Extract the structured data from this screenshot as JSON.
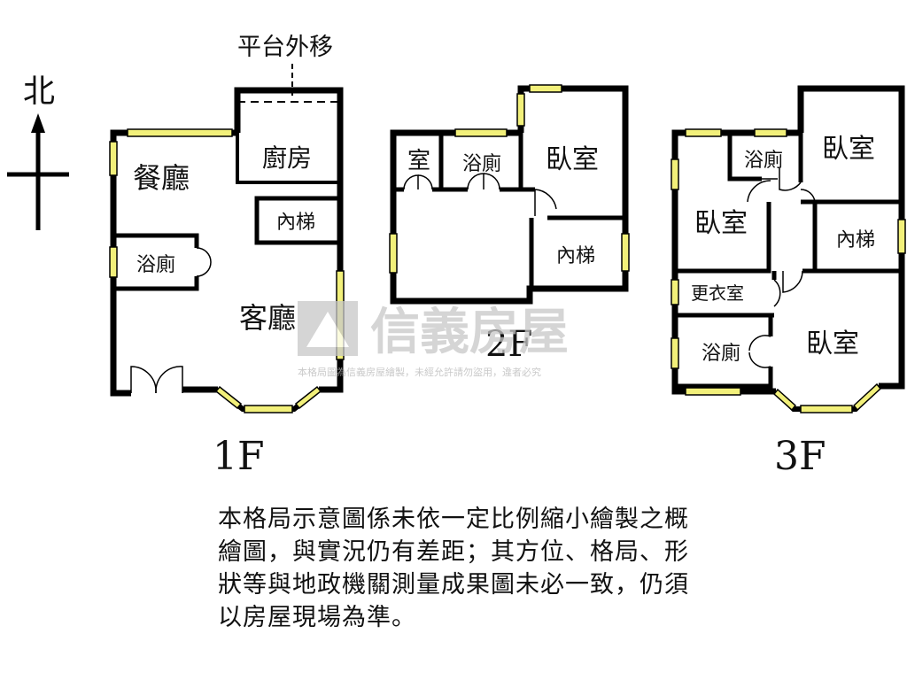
{
  "compass": {
    "north_label": "北"
  },
  "platform_note": "平台外移",
  "floors": [
    {
      "label": "1F",
      "rooms": [
        "餐廳",
        "廚房",
        "內梯",
        "浴廁",
        "客廳"
      ]
    },
    {
      "label": "2F",
      "rooms": [
        "室",
        "浴廁",
        "臥室",
        "內梯"
      ]
    },
    {
      "label": "3F",
      "rooms": [
        "浴廁",
        "臥室",
        "臥室",
        "內梯",
        "更衣室",
        "浴廁",
        "臥室"
      ]
    }
  ],
  "watermark": {
    "brand": "信義房屋",
    "notice": "本格局圖為信義房屋繪製，未經允許請勿盜用，違者必究"
  },
  "disclaimer": [
    "本格局示意圖係未依一定比例縮小繪製之概",
    "繪圖，與實況仍有差距；其方位、格局、形",
    "狀等與地政機關測量成果圖未必一致，仍須",
    "以房屋現場為準。"
  ],
  "colors": {
    "wall": "#000000",
    "window": "#f2f07a",
    "background": "#ffffff",
    "watermark": "#c8c8c8"
  }
}
